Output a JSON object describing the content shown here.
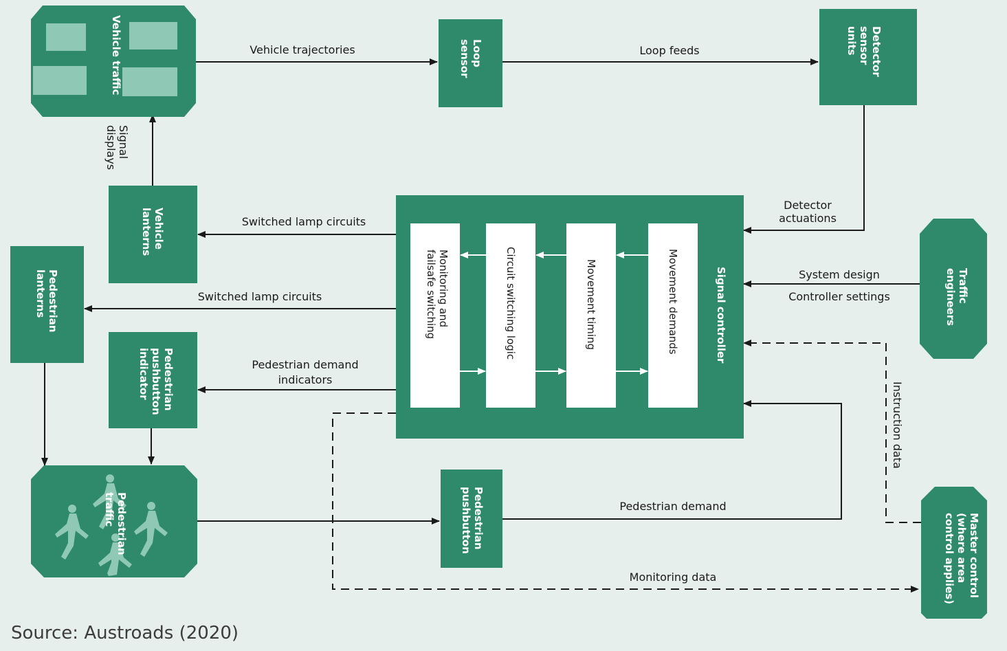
{
  "nodes": {
    "vehicle_traffic": "Vehicle traffic",
    "loop_sensor": "Loop sensor",
    "detector_sensor_units": "Detector sensor units",
    "vehicle_lanterns": "Vehicle lanterns",
    "pedestrian_lanterns": "Pedestrian lanterns",
    "pedestrian_pushbutton_indicator": "Pedestrian pushbutton indicator",
    "pedestrian_traffic": "Pedestrian traffic",
    "pedestrian_pushbutton": "Pedestrian pushbutton",
    "traffic_engineers": "Traffic engineers",
    "master_control": "Master control (where area control applies)",
    "signal_controller": "Signal controller",
    "movement_demands": "Movement demands",
    "movement_timing": "Movement timing",
    "circuit_switching_logic": "Circuit switching logic",
    "monitoring_failsafe": "Monitoring and failsafe switching"
  },
  "edges": {
    "vehicle_trajectories": "Vehicle trajectories",
    "loop_feeds": "Loop feeds",
    "signal_displays": "Signal displays",
    "detector_actuations": "Detector actuations",
    "switched_lamp_circuits_1": "Switched lamp circuits",
    "switched_lamp_circuits_2": "Switched lamp circuits",
    "system_design": "System design",
    "controller_settings": "Controller settings",
    "pedestrian_demand_indicators": "Pedestrian demand indicators",
    "instruction_data": "Instruction data",
    "pedestrian_demand": "Pedestrian demand",
    "monitoring_data": "Monitoring data"
  },
  "source": "Source: Austroads (2020)",
  "colors": {
    "box": "#2e8a6b",
    "background": "#e6efec",
    "figure": "#8fc8b4"
  }
}
